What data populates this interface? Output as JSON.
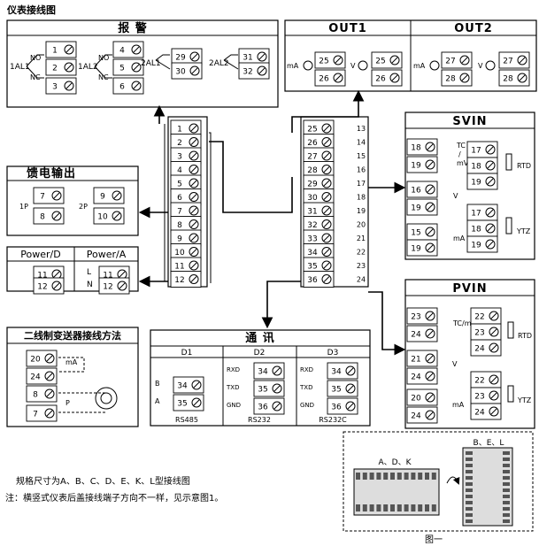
{
  "title": "仪表接线图",
  "alarm": {
    "title": "报  警",
    "labels": [
      "1AL1",
      "1AL2",
      "2AL1",
      "2AL2",
      "NO",
      "NC",
      "NO",
      "NC"
    ],
    "terms": [
      "1",
      "2",
      "3",
      "4",
      "5",
      "6",
      "29",
      "30",
      "31",
      "32"
    ]
  },
  "out1": {
    "title": "OUT1",
    "left_label": "mA",
    "right_label": "V",
    "terms": [
      "25",
      "26",
      "25",
      "26"
    ]
  },
  "out2": {
    "title": "OUT2",
    "left_label": "mA",
    "right_label": "V",
    "terms": [
      "27",
      "28",
      "27",
      "28"
    ]
  },
  "feed": {
    "title": "馈电输出",
    "labels": [
      "1P",
      "2P"
    ],
    "terms": [
      "7",
      "8",
      "9",
      "10"
    ]
  },
  "power": {
    "title_d": "Power/D",
    "title_a": "Power/A",
    "labels": [
      "L",
      "N"
    ],
    "terms": [
      "11",
      "12",
      "11",
      "12"
    ]
  },
  "twowire": {
    "title": "二线制变送器接线方法",
    "labels": [
      "mA",
      "P"
    ],
    "terms": [
      "20",
      "24",
      "8",
      "7"
    ]
  },
  "comm": {
    "title": "通  讯",
    "d1": {
      "name": "D1",
      "std": "RS485",
      "labels": [
        "B",
        "A"
      ],
      "terms": [
        "34",
        "35"
      ]
    },
    "d2": {
      "name": "D2",
      "std": "RS232",
      "labels": [
        "RXD",
        "TXD",
        "GND"
      ],
      "terms": [
        "34",
        "35",
        "36"
      ]
    },
    "d3": {
      "name": "D3",
      "std": "RS232C",
      "labels": [
        "RXD",
        "TXD",
        "GND"
      ],
      "terms": [
        "34",
        "35",
        "36"
      ]
    }
  },
  "strip_left": [
    "1",
    "2",
    "3",
    "4",
    "5",
    "6",
    "7",
    "8",
    "9",
    "10",
    "11",
    "12"
  ],
  "strip_right_a": [
    "25",
    "26",
    "27",
    "28",
    "29",
    "30",
    "31",
    "32",
    "33",
    "34",
    "35",
    "36"
  ],
  "strip_right_b": [
    "13",
    "14",
    "15",
    "16",
    "17",
    "18",
    "19",
    "20",
    "21",
    "22",
    "23",
    "24"
  ],
  "svin": {
    "title": "SVIN",
    "labels": [
      "TC",
      "/",
      "mV",
      "RTD",
      "V",
      "mA",
      "YTZ"
    ],
    "terms": [
      "18",
      "19",
      "17",
      "18",
      "19",
      "16",
      "19",
      "17",
      "18",
      "19",
      "15",
      "19"
    ]
  },
  "pvin": {
    "title": "PVIN",
    "labels": [
      "TC/mV",
      "RTD",
      "V",
      "mA",
      "YTZ"
    ],
    "terms": [
      "23",
      "24",
      "22",
      "23",
      "24",
      "21",
      "24",
      "22",
      "23",
      "24",
      "20",
      "24"
    ]
  },
  "figure": {
    "top_label": "B、E、L",
    "left_label": "A、D、K",
    "caption": "图一"
  },
  "notes": [
    "规格尺寸为A、B、C、D、E、K、L型接线图",
    "注：横竖式仪表后盖接线端子方向不一样，见示意图1。"
  ]
}
